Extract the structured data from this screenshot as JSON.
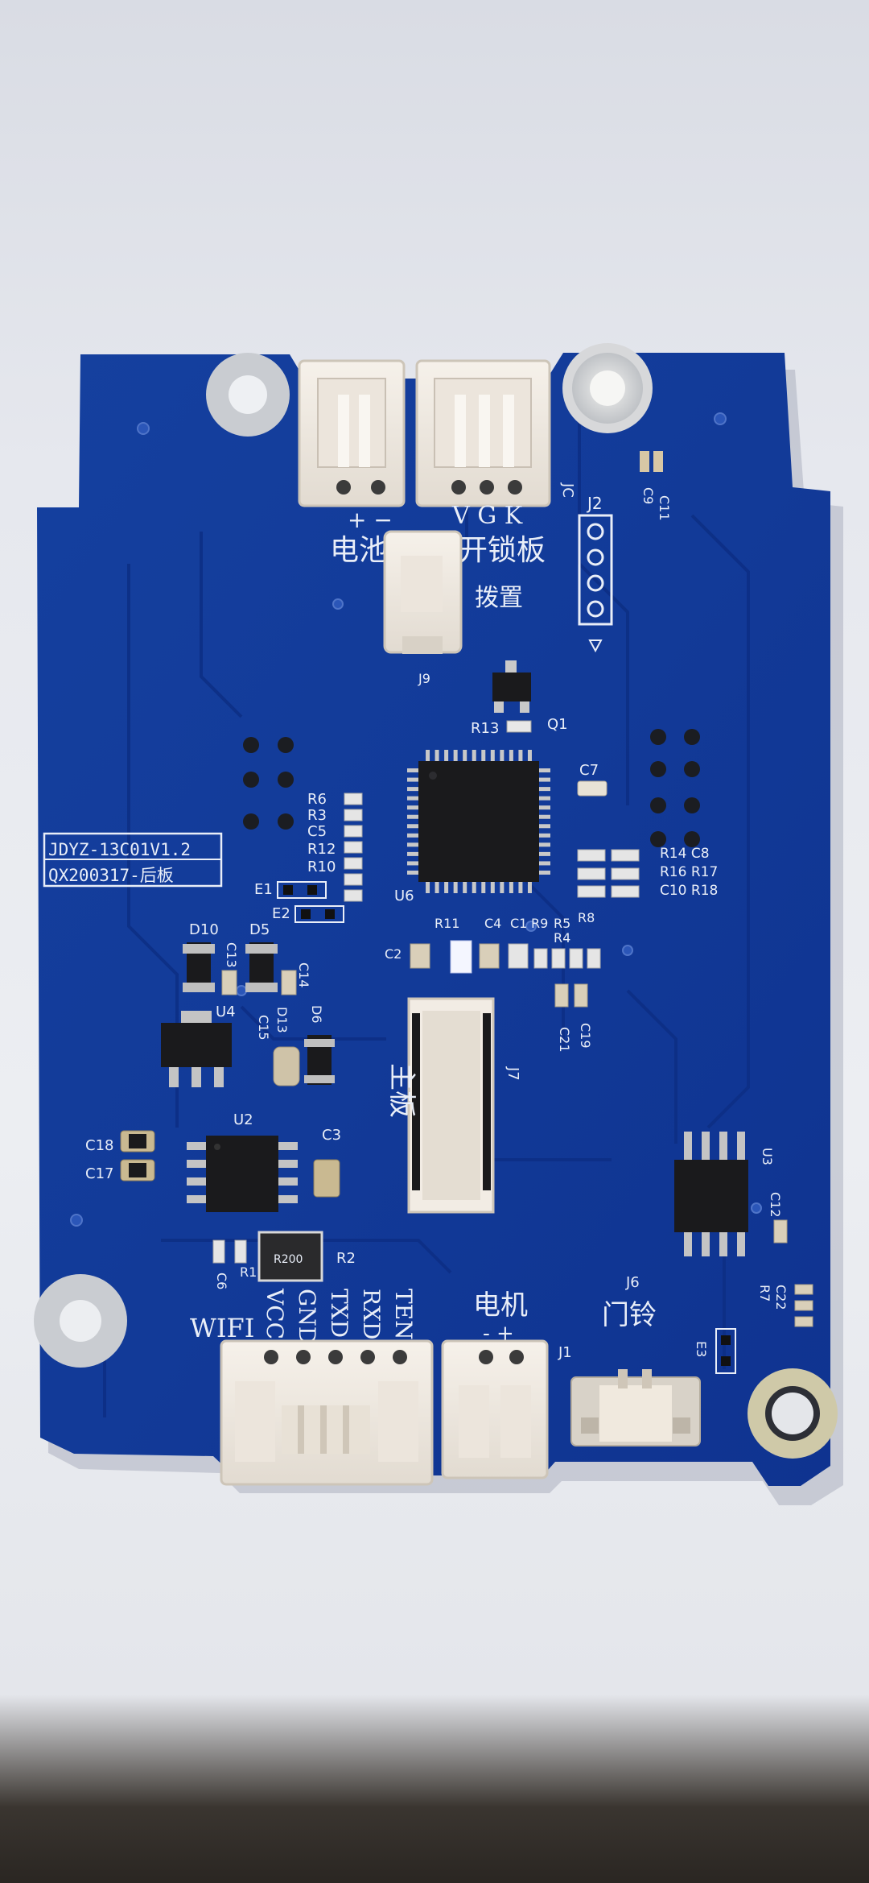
{
  "board": {
    "model_line1": "JDYZ-13C01V1.2",
    "model_line2": "QX200317-后板",
    "colors": {
      "pcb": "#123a9c",
      "silk": "#e9eef8",
      "connector": "#f2ece4",
      "chip": "#1a1a1c"
    }
  },
  "connectors": {
    "battery": {
      "label": "电池",
      "pins": "+ −"
    },
    "lock_board": {
      "label": "开锁板",
      "pins": "V G K",
      "ref": "JC"
    },
    "dial": {
      "label": "拨置",
      "ref": "J9"
    },
    "header": {
      "ref": "J2"
    },
    "main_board": {
      "label": "主板",
      "ref": "J7"
    },
    "wifi": {
      "label": "WIFI",
      "pins": [
        "VCC",
        "GND",
        "TXD",
        "RXD",
        "TEN"
      ]
    },
    "motor": {
      "label": "电机",
      "pins": "- +",
      "ref": "J1"
    },
    "doorbell": {
      "label": "门铃",
      "ref": "J6"
    }
  },
  "components": {
    "u6": "U6",
    "u2": "U2",
    "u4": "U4",
    "u3": "U3",
    "q1": "Q1",
    "r13": "R13",
    "c7": "C7",
    "r6": "R6",
    "r3": "R3",
    "c5": "C5",
    "r12": "R12",
    "r10": "R10",
    "e1": "E1",
    "e2": "E2",
    "d10": "D10",
    "d5": "D5",
    "c13": "C13",
    "c14": "C14",
    "c15": "C15",
    "d13": "D13",
    "d6": "D6",
    "c18": "C18",
    "c17": "C17",
    "c3": "C3",
    "r2": "R2",
    "r200": "R200",
    "c6": "C6",
    "r1": "R1",
    "r11": "R11",
    "c4": "C4",
    "c1": "C1",
    "c2": "C2",
    "r9": "R9",
    "r5": "R5",
    "r4": "R4",
    "r8": "R8",
    "c19": "C19",
    "c21": "C21",
    "r14_c8": "R14 C8",
    "r16_r17": "R16 R17",
    "c10_r18": "C10 R18",
    "c12": "C12",
    "r7": "R7",
    "c22": "C22",
    "e3": "E3",
    "c11": "C11",
    "c9": "C9"
  }
}
